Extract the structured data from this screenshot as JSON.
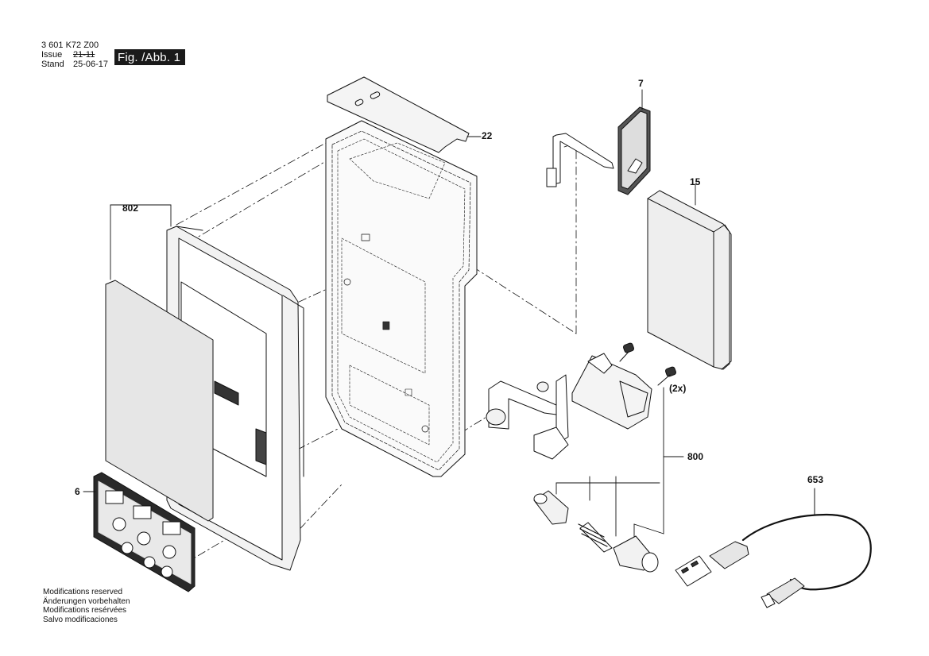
{
  "header": {
    "doc_number": "3 601 K72 Z00",
    "issue_label": "Issue",
    "issue_value": "21-11",
    "stand_label": "Stand",
    "stand_value": "25-06-17",
    "figure_label": "Fig. /Abb. 1"
  },
  "notes": [
    "Modifications reserved",
    "Änderungen vorbehalten",
    "Modifications resérvées",
    "Salvo modificaciones"
  ],
  "parts": {
    "p802": "802",
    "p22": "22",
    "p7": "7",
    "p15": "15",
    "p6": "6",
    "p800": "800",
    "qty_2x": "(2x)",
    "p653": "653"
  },
  "colors": {
    "ink": "#111111",
    "figure_label_bg": "#1a1a1a",
    "panel_fill": "#e6e6e6",
    "keypad_dark": "#2a2a2a"
  }
}
